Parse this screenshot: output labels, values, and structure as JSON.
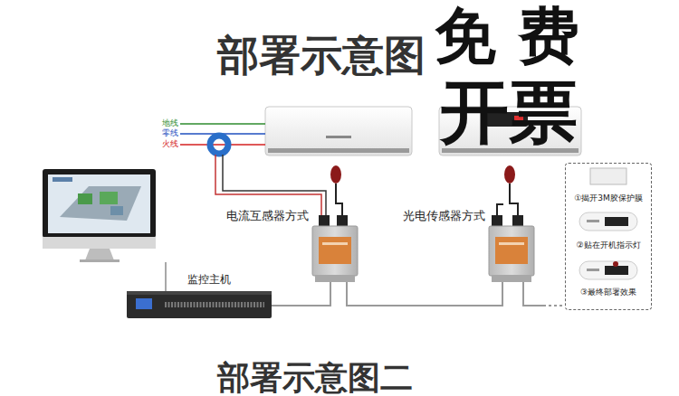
{
  "diagram": {
    "title": "部署示意图",
    "nodes": [
      {
        "text": [
          "监控主机"
        ]
      },
      {
        "text": [
          "电流互感器方式"
        ]
      },
      {
        "text": [
          "光电传感器方式"
        ]
      },
      {
        "text": [
          "①揭开3M胶保护膜",
          "②贴在开机指示灯",
          "③最终部署效果"
        ]
      }
    ],
    "edges": [
      {
        "from": 0,
        "to": 1,
        "arrow": "none"
      },
      {
        "from": 1,
        "to": 2,
        "arrow": "none"
      }
    ],
    "labels": [
      "地线",
      "零线",
      "火线",
      "免 费",
      "开票",
      "部署示意图二"
    ]
  }
}
